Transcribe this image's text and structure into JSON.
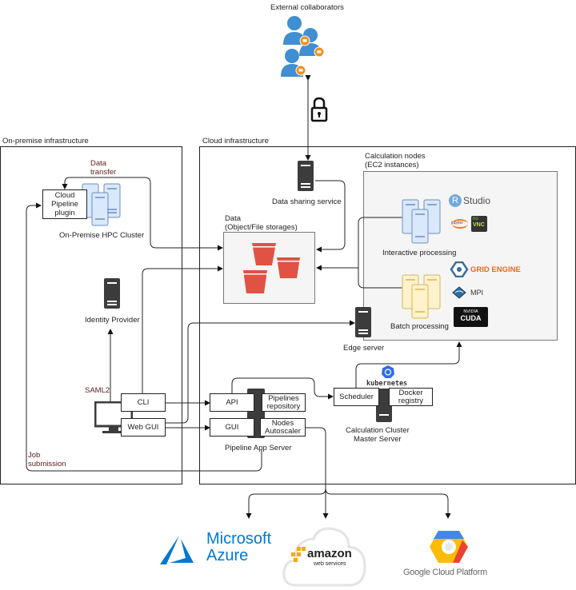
{
  "external": {
    "label": "External collaborators",
    "icon": "users-with-monitor-icon"
  },
  "lock": {
    "icon": "lock-icon"
  },
  "regions": {
    "on_premise": "On-premise infrastructure",
    "cloud": "Cloud infrastructure"
  },
  "on_premise": {
    "data_transfer": "Data\ntransfer",
    "plugin": "Cloud\nPipeline\nplugin",
    "hpc_cluster": "On-Premise HPC Cluster",
    "identity_provider": "Identity Provider",
    "saml": "SAML2",
    "cli": "CLI",
    "web_gui": "Web GUI",
    "job_submission": "Job\nsubmission"
  },
  "cloud": {
    "data_sharing": "Data sharing service",
    "data_storage": "Data\n(Object/File storages)",
    "calc_nodes": "Calculation nodes\n(EC2 instances)",
    "interactive": "Interactive processing",
    "batch": "Batch processing",
    "edge": "Edge server",
    "api": "API",
    "gui": "GUI",
    "pipelines_repo": "Pipelines\nrepository",
    "autoscaler": "Nodes\nAutoscaler",
    "app_server": "Pipeline App Server",
    "scheduler": "Scheduler",
    "docker": "Docker\nregistry",
    "kubernetes": "kubernetes",
    "master": "Calculation Cluster\nMaster Server"
  },
  "tools": {
    "rstudio_r": "R",
    "rstudio": "Studio",
    "jupyter": "jupyter",
    "novnc_no": "no",
    "novnc": "VNC",
    "grid_engine": "GRID ENGINE",
    "mpi": "MPI",
    "nvidia": "NVIDIA",
    "cuda": "CUDA"
  },
  "providers": {
    "azure_1": "Microsoft",
    "azure_2": "Azure",
    "aws_1": "amazon",
    "aws_2": "web services",
    "gcp": "Google Cloud Platform"
  },
  "colors": {
    "user_blue": "#3f8fd2",
    "badge_orange": "#f0901c",
    "bucket_red": "#e05243",
    "server_dark": "#3c3c3c",
    "interactive_blue": "#dae8fc",
    "batch_orange": "#fff2cc",
    "azure_blue": "#0078d4",
    "grid_orange": "#e8681f"
  }
}
